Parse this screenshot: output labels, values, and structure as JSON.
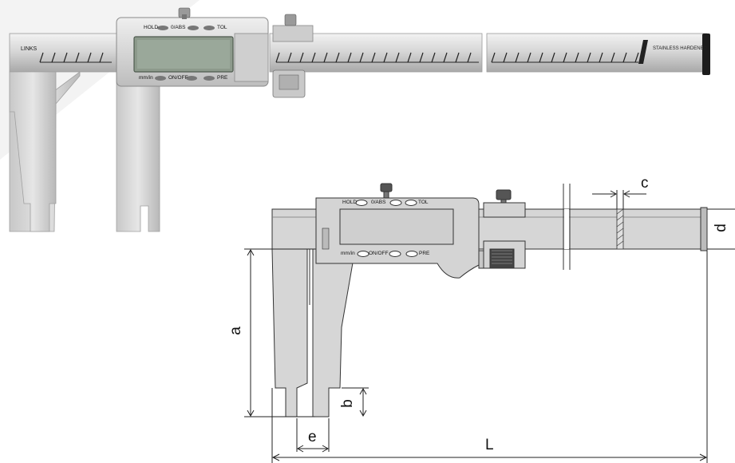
{
  "photo": {
    "scale_start_label": "LINKS",
    "buttons_top": [
      "HOLD",
      "0/ABS",
      "TOL"
    ],
    "buttons_bottom": [
      "mm/in",
      "ON/OFF",
      "PRE"
    ],
    "beam_marking": "STAINLESS  HARDENED"
  },
  "drawing": {
    "buttons_top": [
      "HOLD",
      "0/ABS",
      "TOL"
    ],
    "buttons_bottom": [
      "mm/in",
      "ON/OFF",
      "PRE"
    ],
    "dimensions": {
      "a": "a",
      "b": "b",
      "c": "c",
      "d": "d",
      "e": "e",
      "L": "L"
    }
  },
  "colors": {
    "steel": "#d4d4d4",
    "steel_dark": "#a8a8a8",
    "lcd": "#8a9a8a",
    "outline": "#333333",
    "watermark": "#f2f2f2"
  }
}
